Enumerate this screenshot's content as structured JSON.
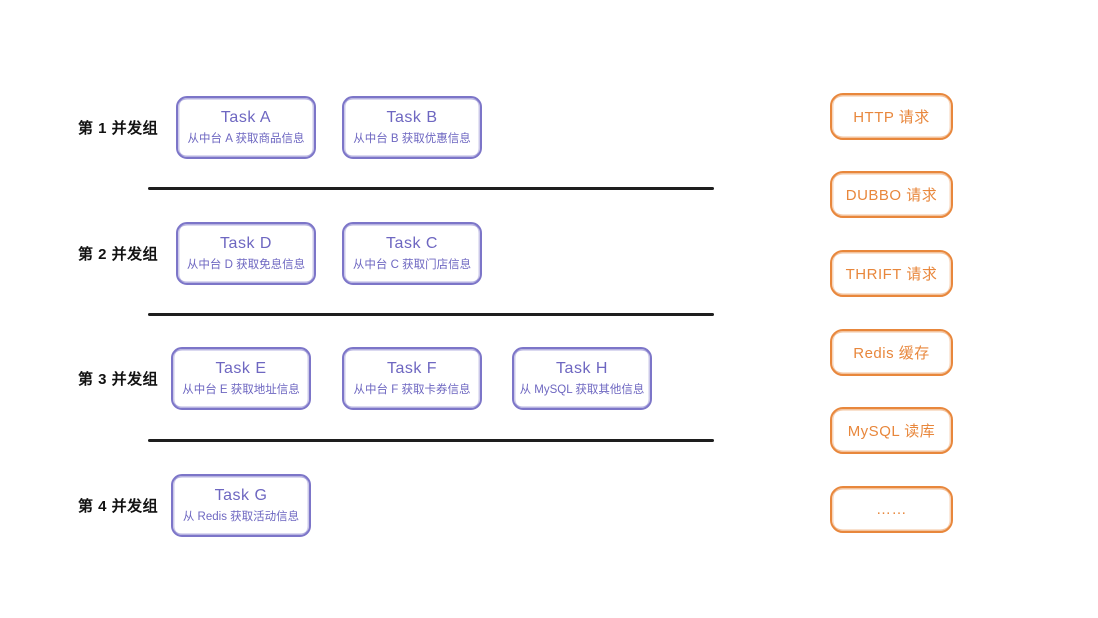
{
  "colors": {
    "background": "#ffffff",
    "purple": "#7C75C8",
    "purpleText": "#6E67C1",
    "orange": "#E8873C",
    "label": "#121212",
    "divider": "#1e1e1e"
  },
  "groups": [
    {
      "label": "第 1 并发组",
      "tasks": [
        {
          "title": "Task A",
          "subtitle": "从中台 A 获取商品信息"
        },
        {
          "title": "Task B",
          "subtitle": "从中台 B 获取优惠信息"
        }
      ]
    },
    {
      "label": "第 2 并发组",
      "tasks": [
        {
          "title": "Task D",
          "subtitle": "从中台 D 获取免息信息"
        },
        {
          "title": "Task C",
          "subtitle": "从中台 C 获取门店信息"
        }
      ]
    },
    {
      "label": "第 3 并发组",
      "tasks": [
        {
          "title": "Task E",
          "subtitle": "从中台 E 获取地址信息"
        },
        {
          "title": "Task F",
          "subtitle": "从中台 F 获取卡券信息"
        },
        {
          "title": "Task H",
          "subtitle": "从 MySQL 获取其他信息"
        }
      ]
    },
    {
      "label": "第 4 并发组",
      "tasks": [
        {
          "title": "Task G",
          "subtitle": "从 Redis 获取活动信息"
        }
      ]
    }
  ],
  "legend": [
    {
      "label": "HTTP 请求"
    },
    {
      "label": "DUBBO 请求"
    },
    {
      "label": "THRIFT 请求"
    },
    {
      "label": "Redis 缓存"
    },
    {
      "label": "MySQL 读库"
    },
    {
      "label": "……"
    }
  ]
}
